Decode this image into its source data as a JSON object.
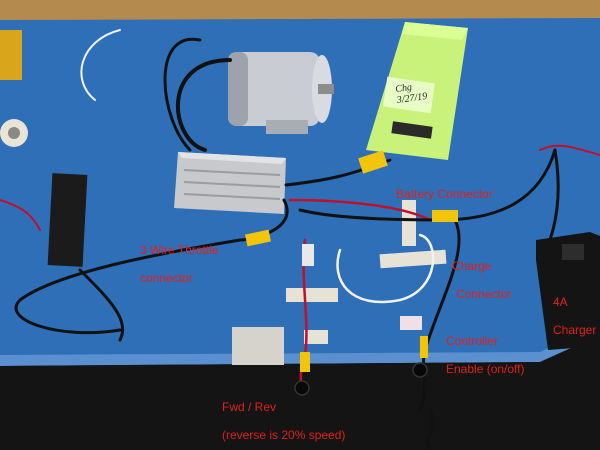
{
  "annotations": {
    "battery_connector": "Battery Connector",
    "three_wire_throttle": [
      "3 Wire Throttle",
      "connector"
    ],
    "charge_connector": [
      "Charge",
      "Connector"
    ],
    "charger": [
      "4A",
      "Charger"
    ],
    "controller_enable": [
      "Controller",
      "Enable (on/off)"
    ],
    "fwd_rev": [
      "Fwd / Rev",
      "(reverse is 20% speed)"
    ]
  },
  "battery_label": [
    "Chg",
    "3/27/19"
  ],
  "colors": {
    "bench_blue": "#2f6fb8",
    "annotation_red": "#e0201a",
    "battery_green": "#c8f27a",
    "connector_yellow": "#f2c40a",
    "floor_dark": "#1a1a1a"
  }
}
